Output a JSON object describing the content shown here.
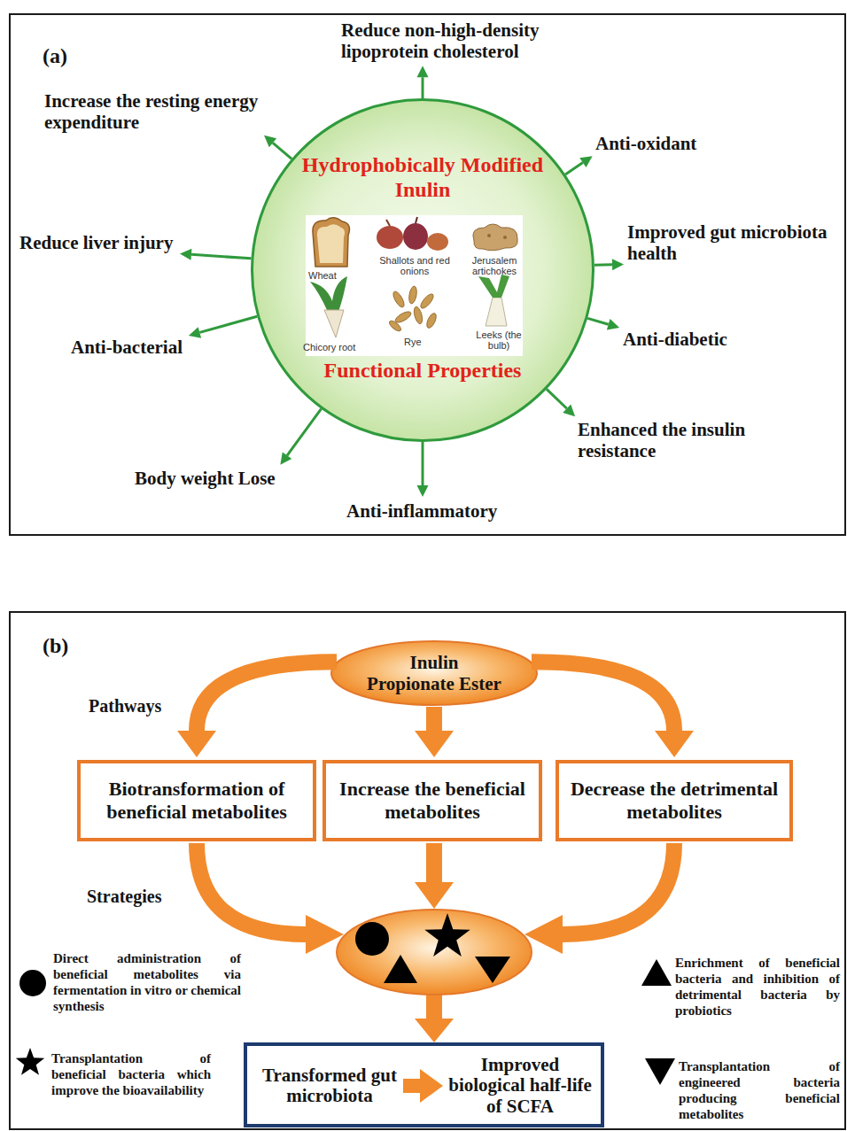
{
  "diagram": {
    "nodes": [
      {
        "text": [
          "Hydrophobically Modified Inulin",
          "Functional Properties"
        ]
      },
      {
        "text": [
          "Reduce non-high-density lipoprotein cholesterol"
        ]
      },
      {
        "text": [
          "Increase the resting energy expenditure"
        ]
      },
      {
        "text": [
          "Anti-oxidant"
        ]
      },
      {
        "text": [
          "Improved gut microbiota health"
        ]
      },
      {
        "text": [
          "Reduce liver injury"
        ]
      },
      {
        "text": [
          "Anti-diabetic"
        ]
      },
      {
        "text": [
          "Anti-bacterial"
        ]
      },
      {
        "text": [
          "Enhanced the insulin resistance"
        ]
      },
      {
        "text": [
          "Body weight Lose"
        ]
      },
      {
        "text": [
          "Anti-inflammatory"
        ]
      },
      {
        "text": [
          "Inulin Propionate Ester"
        ]
      },
      {
        "text": [
          "Biotransformation of beneficial metabolites"
        ]
      },
      {
        "text": [
          "Increase the beneficial metabolites"
        ]
      },
      {
        "text": [
          "Decrease the detrimental metabolites"
        ]
      },
      {
        "text": [
          "Transformed gut microbiota"
        ]
      },
      {
        "text": [
          "Improved biological half-life of SCFA"
        ]
      }
    ],
    "edges": [
      {
        "from": 0,
        "to": 1,
        "arrow": "to"
      },
      {
        "from": 0,
        "to": 2,
        "arrow": "to"
      },
      {
        "from": 0,
        "to": 3,
        "arrow": "to"
      },
      {
        "from": 0,
        "to": 4,
        "arrow": "to"
      },
      {
        "from": 0,
        "to": 5,
        "arrow": "to"
      },
      {
        "from": 0,
        "to": 6,
        "arrow": "to"
      },
      {
        "from": 0,
        "to": 7,
        "arrow": "to"
      },
      {
        "from": 0,
        "to": 8,
        "arrow": "to"
      },
      {
        "from": 0,
        "to": 9,
        "arrow": "to"
      },
      {
        "from": 0,
        "to": 10,
        "arrow": "to"
      },
      {
        "from": 11,
        "to": 12,
        "arrow": "to"
      },
      {
        "from": 11,
        "to": 13,
        "arrow": "to"
      },
      {
        "from": 11,
        "to": 14,
        "arrow": "to"
      },
      {
        "from": 15,
        "to": 16,
        "arrow": "to"
      }
    ],
    "labels": [
      "(a)",
      "Wheat",
      "Shallots and red onions",
      "Jerusalem artichokes",
      "Chicory root",
      "Rye",
      "Leeks (the bulb)",
      "(b)",
      "Pathways",
      "Strategies"
    ],
    "legend": [
      {
        "text": "Direct administration of beneficial metabolites via fermentation in vitro or chemical synthesis"
      },
      {
        "text": "Enrichment of beneficial bacteria and inhibition of detrimental bacteria by probiotics"
      },
      {
        "text": "Transplantation of beneficial bacteria which improve the bioavailability"
      },
      {
        "text": "Transplantation of engineered bacteria producing beneficial metabolites"
      }
    ]
  }
}
